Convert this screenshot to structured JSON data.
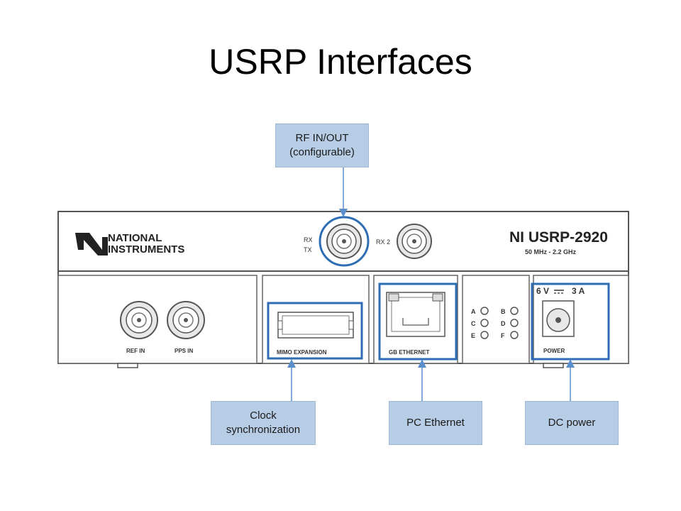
{
  "title": "USRP Interfaces",
  "device": {
    "logo_line1": "NATIONAL",
    "logo_line2": "INSTRUMENTS",
    "model": "NI USRP-2920",
    "freq_range": "50 MHz - 2.2 GHz",
    "rx_label": "RX",
    "tx_label": "TX",
    "rx2_label": "RX 2",
    "ref_in_label": "REF IN",
    "pps_in_label": "PPS IN",
    "mimo_label": "MIMO EXPANSION",
    "ethernet_label": "GB ETHERNET",
    "power_label": "POWER",
    "power_rating_v": "6 V",
    "power_rating_a": "3 A",
    "leds": [
      "A",
      "B",
      "C",
      "D",
      "E",
      "F"
    ]
  },
  "callouts": {
    "rf": "RF IN/OUT\n(configurable)",
    "clock": "Clock\nsynchronization",
    "ethernet": "PC Ethernet",
    "dc_power": "DC power"
  },
  "colors": {
    "highlight": "#2e6db4",
    "callout_fill": "#b7cde6",
    "arrow": "#5b8fcc"
  }
}
